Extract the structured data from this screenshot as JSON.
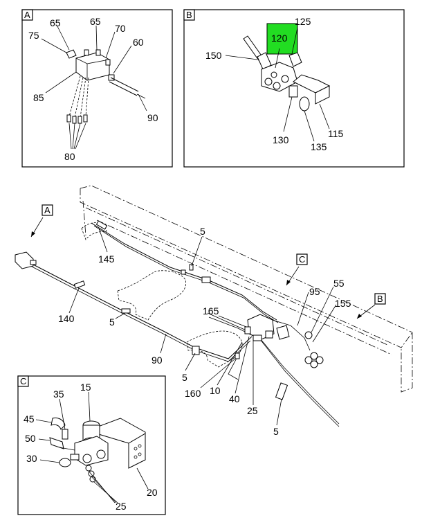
{
  "highlight_color": "#22dd22",
  "detail_a": {
    "letter": "A",
    "callouts": [
      "65",
      "65",
      "70",
      "75",
      "60",
      "85",
      "90",
      "80"
    ]
  },
  "detail_b": {
    "letter": "B",
    "callouts": [
      "125",
      "120",
      "150",
      "115",
      "130",
      "135"
    ],
    "highlighted": "120"
  },
  "detail_c": {
    "letter": "C",
    "callouts": [
      "15",
      "35",
      "45",
      "50",
      "30",
      "20",
      "25"
    ]
  },
  "main": {
    "view_letters": [
      "A",
      "C",
      "B"
    ],
    "callouts": [
      "5",
      "145",
      "140",
      "5",
      "90",
      "5",
      "165",
      "95",
      "55",
      "155",
      "160",
      "10",
      "40",
      "25",
      "5"
    ]
  }
}
